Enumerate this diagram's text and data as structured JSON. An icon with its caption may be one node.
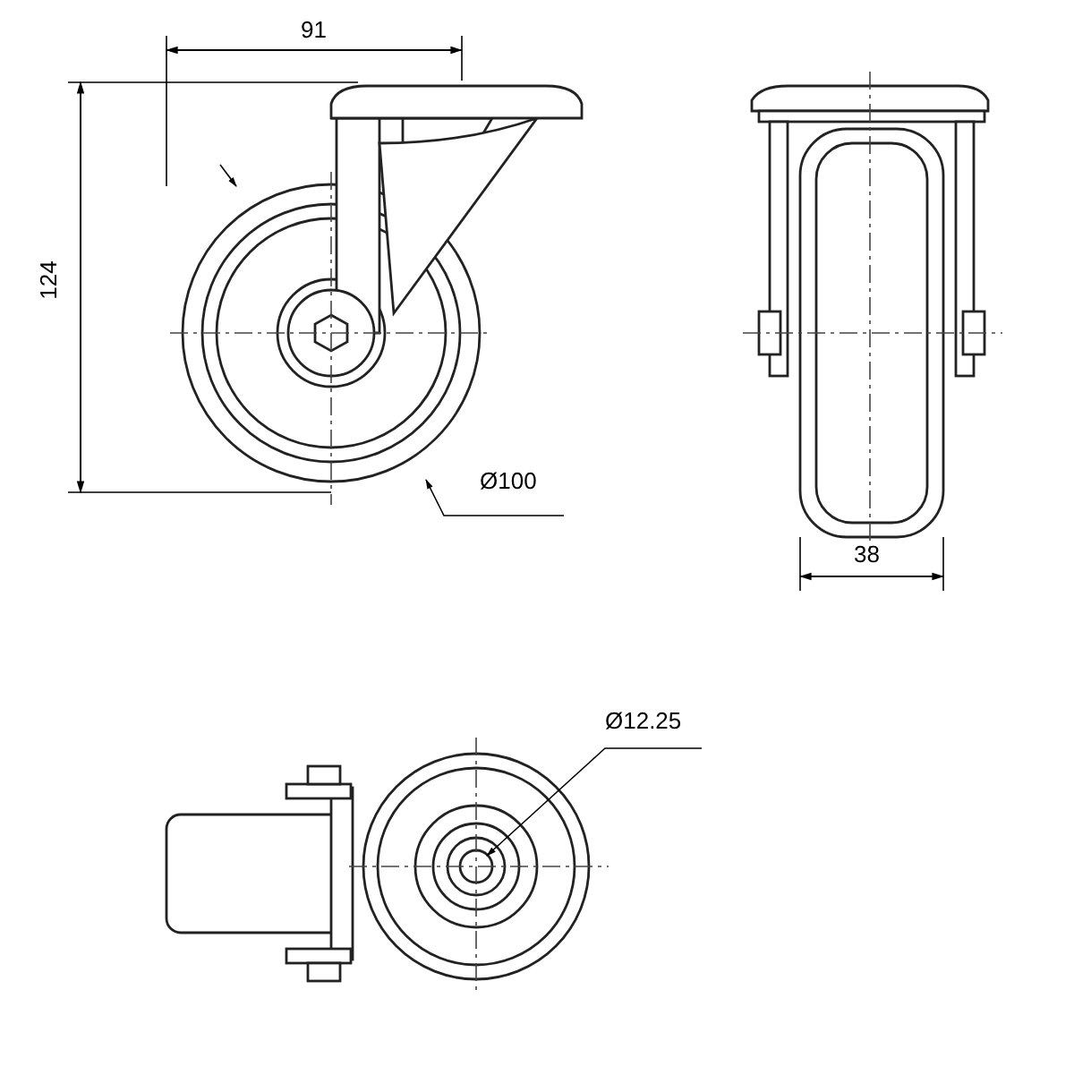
{
  "diagram": {
    "labels": [
      "91",
      "124",
      "Ø100",
      "38",
      "Ø12.25"
    ]
  }
}
